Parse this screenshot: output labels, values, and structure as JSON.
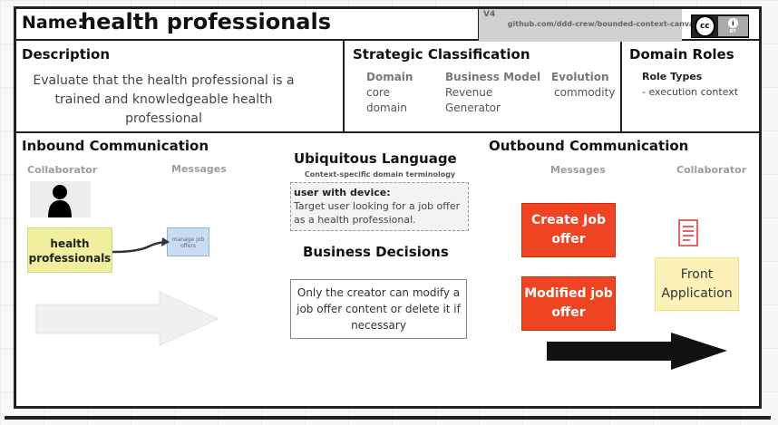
{
  "header": {
    "name_label": "Name:",
    "name_value": "health professionals",
    "version": "V4",
    "link": "github.com/ddd-crew/bounded-context-canvas",
    "license": {
      "cc": "cc",
      "by": "BY"
    }
  },
  "description": {
    "title": "Description",
    "text": "Evaluate that the health professional is a trained and knowledgeable health professional"
  },
  "strategic": {
    "title": "Strategic Classification",
    "domain_head": "Domain",
    "domain_values": [
      "core",
      "domain"
    ],
    "business_model_head": "Business Model",
    "business_model_values": [
      "Revenue",
      "Generator"
    ],
    "evolution_head": "Evolution",
    "evolution_values": [
      "commodity"
    ]
  },
  "domain_roles": {
    "title": "Domain Roles",
    "head": "Role Types",
    "value": "- execution context"
  },
  "inbound": {
    "title": "Inbound Communication",
    "collaborator_head": "Collaborator",
    "messages_head": "Messages",
    "collaborator": "health professionals",
    "message": "manage job offers"
  },
  "ubiquitous": {
    "title": "Ubiquitous Language",
    "subtitle": "Context-specific domain terminology",
    "term": "user with device:",
    "definition": "Target user looking for a job offer as a health professional."
  },
  "business_decisions": {
    "title": "Business Decisions",
    "text": "Only the creator can modify a job offer content or delete it if necessary"
  },
  "outbound": {
    "title": "Outbound Communication",
    "messages_head": "Messages",
    "collaborator_head": "Collaborator",
    "messages": [
      "Create Job offer",
      "Modified job offer"
    ],
    "collaborator": "Front Application"
  },
  "colors": {
    "sticky_yellow": "#efef9e",
    "sticky_blue": "#c9ddf0",
    "command_red": "#ee4422",
    "system_yellow": "#fcf2b8"
  }
}
